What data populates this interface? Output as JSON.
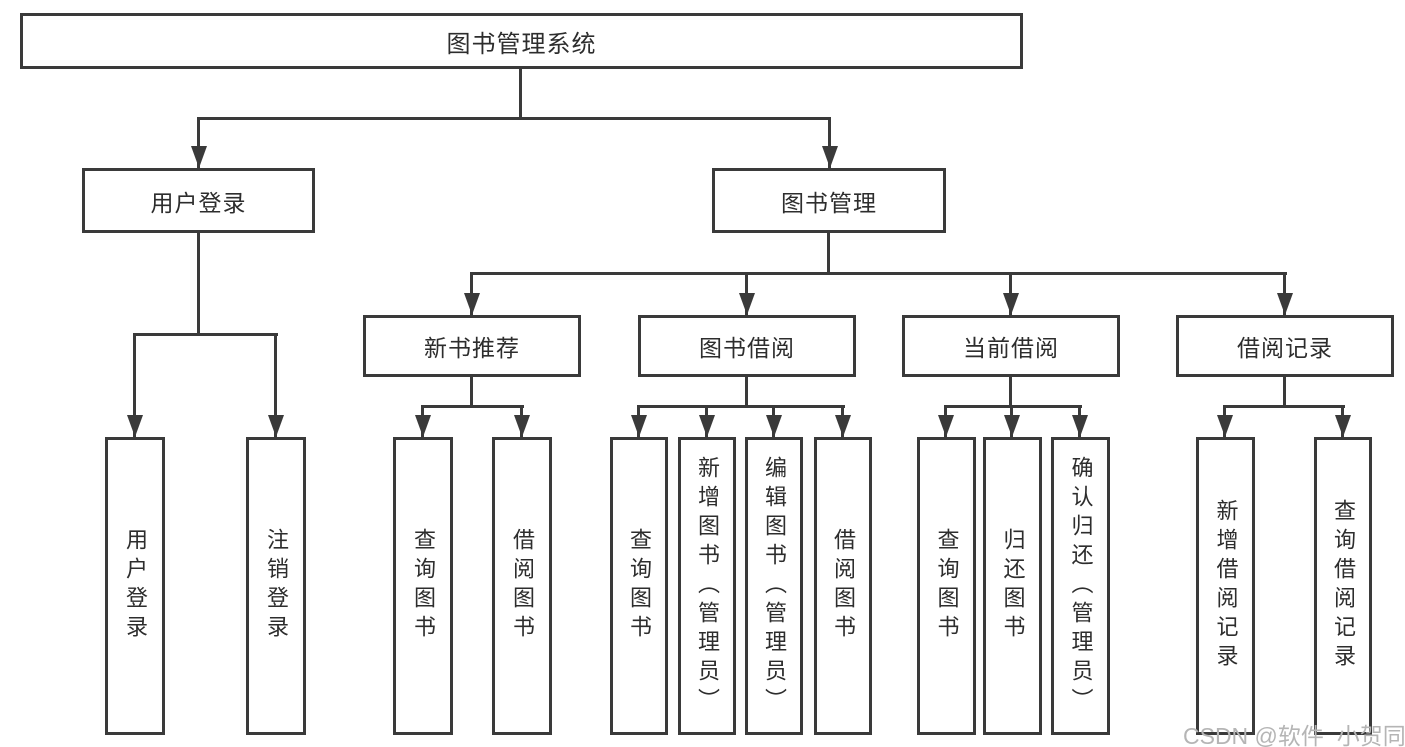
{
  "diagram_type": "hierarchy-tree",
  "tree": {
    "root": {
      "label": "图书管理系统",
      "children": [
        {
          "label": "用户登录",
          "children": [
            {
              "label": "用户登录"
            },
            {
              "label": "注销登录"
            }
          ]
        },
        {
          "label": "图书管理",
          "children": [
            {
              "label": "新书推荐",
              "children": [
                {
                  "label": "查询图书"
                },
                {
                  "label": "借阅图书"
                }
              ]
            },
            {
              "label": "图书借阅",
              "children": [
                {
                  "label": "查询图书"
                },
                {
                  "label": "新增图书（管理员）"
                },
                {
                  "label": "编辑图书（管理员）"
                },
                {
                  "label": "借阅图书"
                }
              ]
            },
            {
              "label": "当前借阅",
              "children": [
                {
                  "label": "查询图书"
                },
                {
                  "label": "归还图书"
                },
                {
                  "label": "确认归还（管理员）"
                }
              ]
            },
            {
              "label": "借阅记录",
              "children": [
                {
                  "label": "新增借阅记录"
                },
                {
                  "label": "查询借阅记录"
                }
              ]
            }
          ]
        }
      ]
    }
  },
  "watermark": "CSDN @软件_小贺同学",
  "colors": {
    "line": "#3a3a3a",
    "text": "#2d2d2d",
    "watermark": "#b5b5b5",
    "background": "#ffffff"
  }
}
